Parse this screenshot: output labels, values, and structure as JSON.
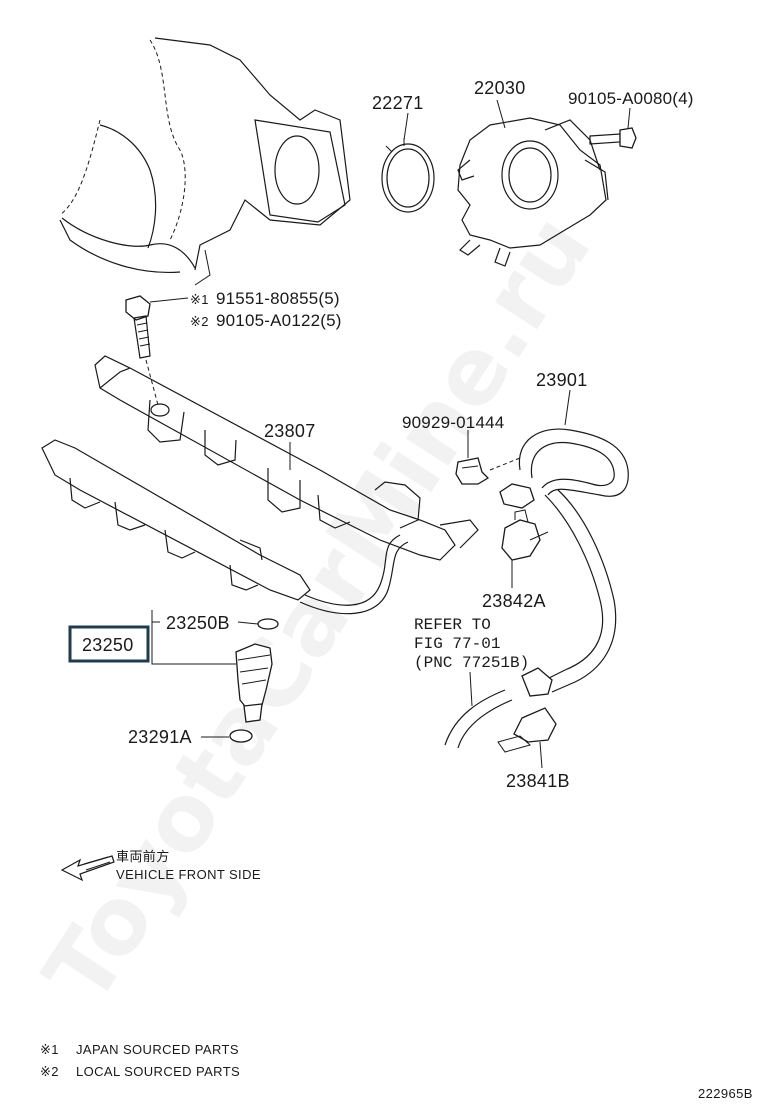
{
  "diagram": {
    "watermark": "ToyotaCarMine.ru",
    "parts": {
      "p22271": "22271",
      "p22030": "22030",
      "p90105_a0080": "90105-A0080(4)",
      "p91551_80855": "91551-80855(5)",
      "p90105_a0122": "90105-A0122(5)",
      "mark1": "※1",
      "mark2": "※2",
      "p23807": "23807",
      "p90929_01444": "90929-01444",
      "p23901": "23901",
      "p23250b": "23250B",
      "p23250": "23250",
      "p23842a": "23842A",
      "p23291a": "23291A",
      "p23841b": "23841B"
    },
    "reference": {
      "line1": "REFER TO",
      "line2": "FIG 77-01",
      "line3": "(PNC 77251B)"
    },
    "direction": {
      "jp": "車両前方",
      "en": "VEHICLE FRONT SIDE"
    },
    "notes": {
      "note1_mark": "※1",
      "note1_text": "JAPAN SOURCED PARTS",
      "note2_mark": "※2",
      "note2_text": "LOCAL SOURCED PARTS"
    },
    "figure_id": "222965B"
  }
}
